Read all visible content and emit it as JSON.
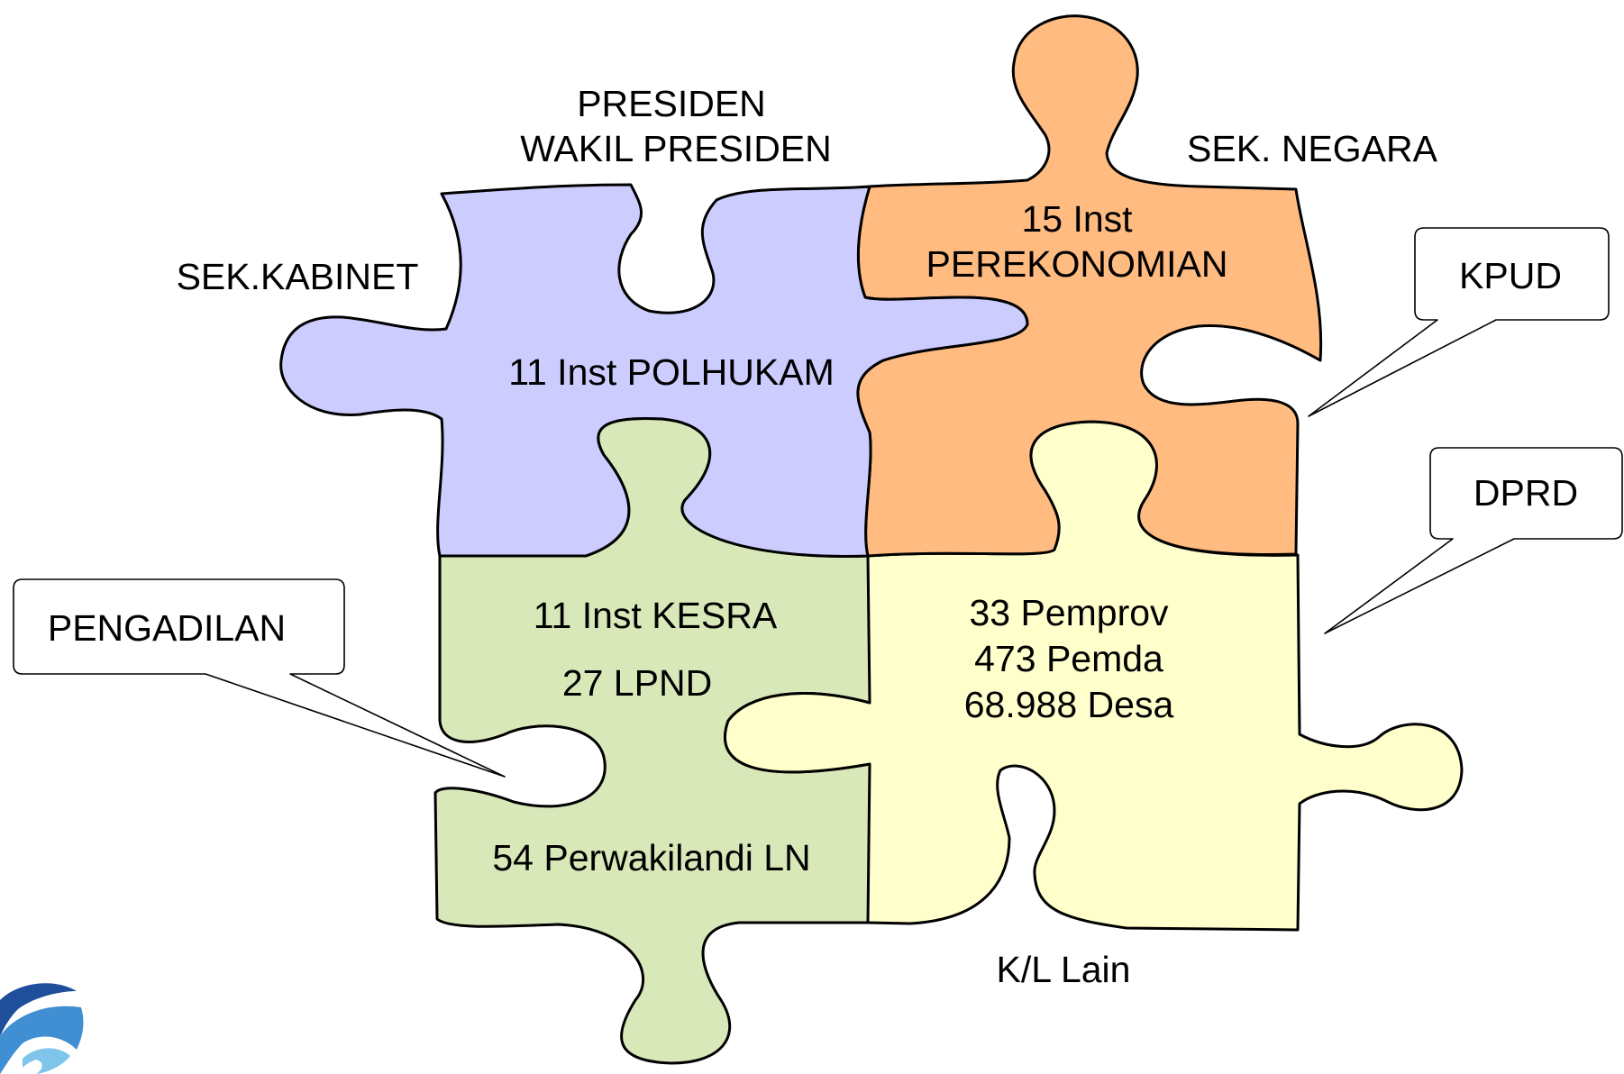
{
  "labels": {
    "presiden": "PRESIDEN",
    "wakil_presiden": "WAKIL PRESIDEN",
    "sek_negara": "SEK. NEGARA",
    "sek_kabinet": "SEK.KABINET",
    "kl_lain": "K/L Lain"
  },
  "pieces": {
    "polhukam": {
      "color": "#ccccff",
      "lines": [
        "11 Inst POLHUKAM"
      ]
    },
    "perekonomian": {
      "color": "#ffbb80",
      "lines": [
        "15 Inst",
        "PEREKONOMIAN"
      ]
    },
    "kesra": {
      "color": "#d9e8b8",
      "lines": [
        "11 Inst KESRA",
        "27 LPND",
        "54 Perwakilandi LN"
      ]
    },
    "daerah": {
      "color": "#ffffcc",
      "lines": [
        "33 Pemprov",
        "473 Pemda",
        "68.988 Desa"
      ]
    }
  },
  "callouts": {
    "kpud": "KPUD",
    "dprd": "DPRD",
    "pengadilan": "PENGADILAN"
  },
  "logo": {
    "icon": "ministry-logo-icon",
    "colors": [
      "#1f4e9a",
      "#3f8fd2",
      "#7fc4ea"
    ]
  }
}
